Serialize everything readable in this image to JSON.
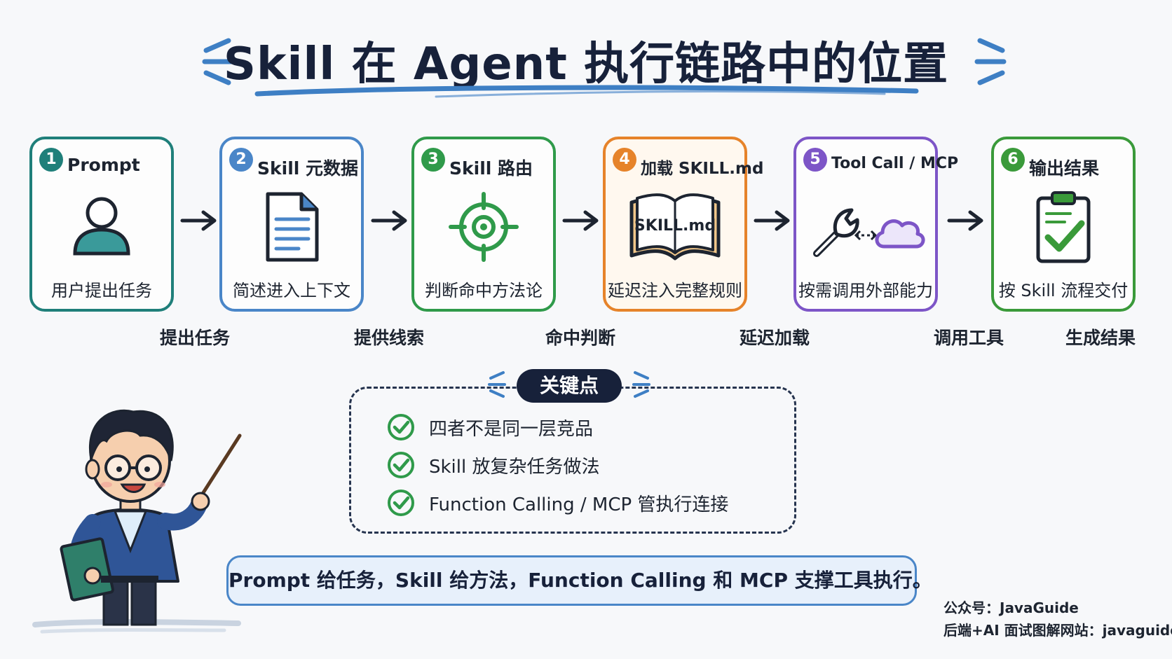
{
  "title": "Skill 在 Agent 执行链路中的位置",
  "steps": [
    {
      "num": "1",
      "title": "Prompt",
      "icon": "user-icon",
      "desc": "用户提出任务",
      "color": "#1f7f7a",
      "badge": "#1f7f7a"
    },
    {
      "num": "2",
      "title": "Skill 元数据",
      "icon": "document-icon",
      "desc": "简述进入上下文",
      "color": "#4a86c8",
      "badge": "#4a86c8"
    },
    {
      "num": "3",
      "title": "Skill 路由",
      "icon": "target-icon",
      "desc": "判断命中方法论",
      "color": "#2f9a4a",
      "badge": "#2f9a4a"
    },
    {
      "num": "4",
      "title": "加载 SKILL.md",
      "icon": "open-book-icon",
      "desc": "延迟注入完整规则",
      "color": "#e6832a",
      "badge": "#e6832a",
      "book_label": "SKILL.md"
    },
    {
      "num": "5",
      "title": "Tool Call / MCP",
      "icon": "wrench-cloud-icon",
      "desc": "按需调用外部能力",
      "color": "#7d55c7",
      "badge": "#7d55c7"
    },
    {
      "num": "6",
      "title": "输出结果",
      "icon": "clipboard-check-icon",
      "desc": "按 Skill 流程交付",
      "color": "#3a9a3a",
      "badge": "#3a9a3a"
    }
  ],
  "flow_labels": [
    "提出任务",
    "提供线索",
    "命中判断",
    "延迟加载",
    "调用工具",
    "生成结果"
  ],
  "key_points": {
    "badge": "关键点",
    "items": [
      "四者不是同一层竞品",
      "Skill 放复杂任务做法",
      "Function Calling / MCP 管执行连接"
    ]
  },
  "summary": "Prompt 给任务，Skill 给方法，Function Calling 和 MCP 支撑工具执行。",
  "footer": {
    "line1": "公众号：JavaGuide",
    "line2": "后端+AI 面试图解网站：javaguide.cn"
  },
  "colors": {
    "title": "#17213a",
    "accent_blue": "#4a86c8",
    "check_green": "#2f9a4a"
  }
}
